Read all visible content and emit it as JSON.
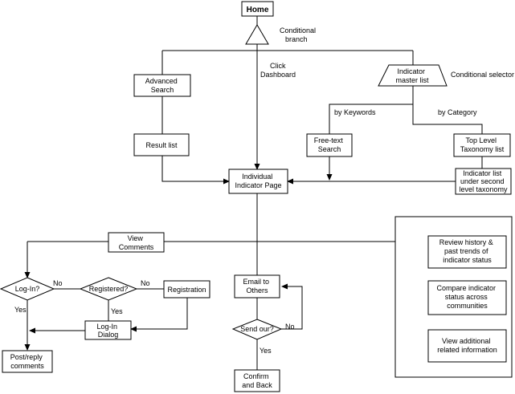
{
  "nodes": {
    "home": [
      "Home"
    ],
    "conditional_branch": [
      "Conditional",
      "branch"
    ],
    "advanced_search": [
      "Advanced",
      "Search"
    ],
    "result_list": [
      "Result list"
    ],
    "indicator_master_list": [
      "Indicator",
      "master list"
    ],
    "conditional_selector": [
      "Conditional selector"
    ],
    "free_text_search": [
      "Free-text",
      "Search"
    ],
    "top_level_taxonomy": [
      "Top Level",
      "Taxonomy list"
    ],
    "second_level_list": [
      "Indicator list",
      "under second",
      "level taxonomy"
    ],
    "individual_indicator_page": [
      "Individual",
      "Indicator Page"
    ],
    "view_comments": [
      "View",
      "Comments"
    ],
    "log_in": [
      "Log-In?"
    ],
    "registered": [
      "Registered?"
    ],
    "registration": [
      "Registration"
    ],
    "log_in_dialog": [
      "Log-In",
      "Dialog"
    ],
    "post_reply_comments": [
      "Post/reply",
      "comments"
    ],
    "email_to_others": [
      "Email to",
      "Others"
    ],
    "send_our": [
      "Send our?"
    ],
    "confirm_and_back": [
      "Confirm",
      "and Back"
    ],
    "review_history": [
      "Review history &",
      "past trends of",
      "indicator status"
    ],
    "compare_indicator": [
      "Compare indicator",
      "status across",
      "communities"
    ],
    "view_additional": [
      "View additional",
      "related information"
    ]
  },
  "edge_labels": {
    "click_dashboard": [
      "Click",
      "Dashboard"
    ],
    "by_keywords": [
      "by Keywords"
    ],
    "by_category": [
      "by Category"
    ],
    "login_no": [
      "No"
    ],
    "login_yes": [
      "Yes"
    ],
    "registered_no": [
      "No"
    ],
    "registered_yes": [
      "Yes"
    ],
    "send_no": [
      "No"
    ],
    "send_yes": [
      "Yes"
    ]
  }
}
